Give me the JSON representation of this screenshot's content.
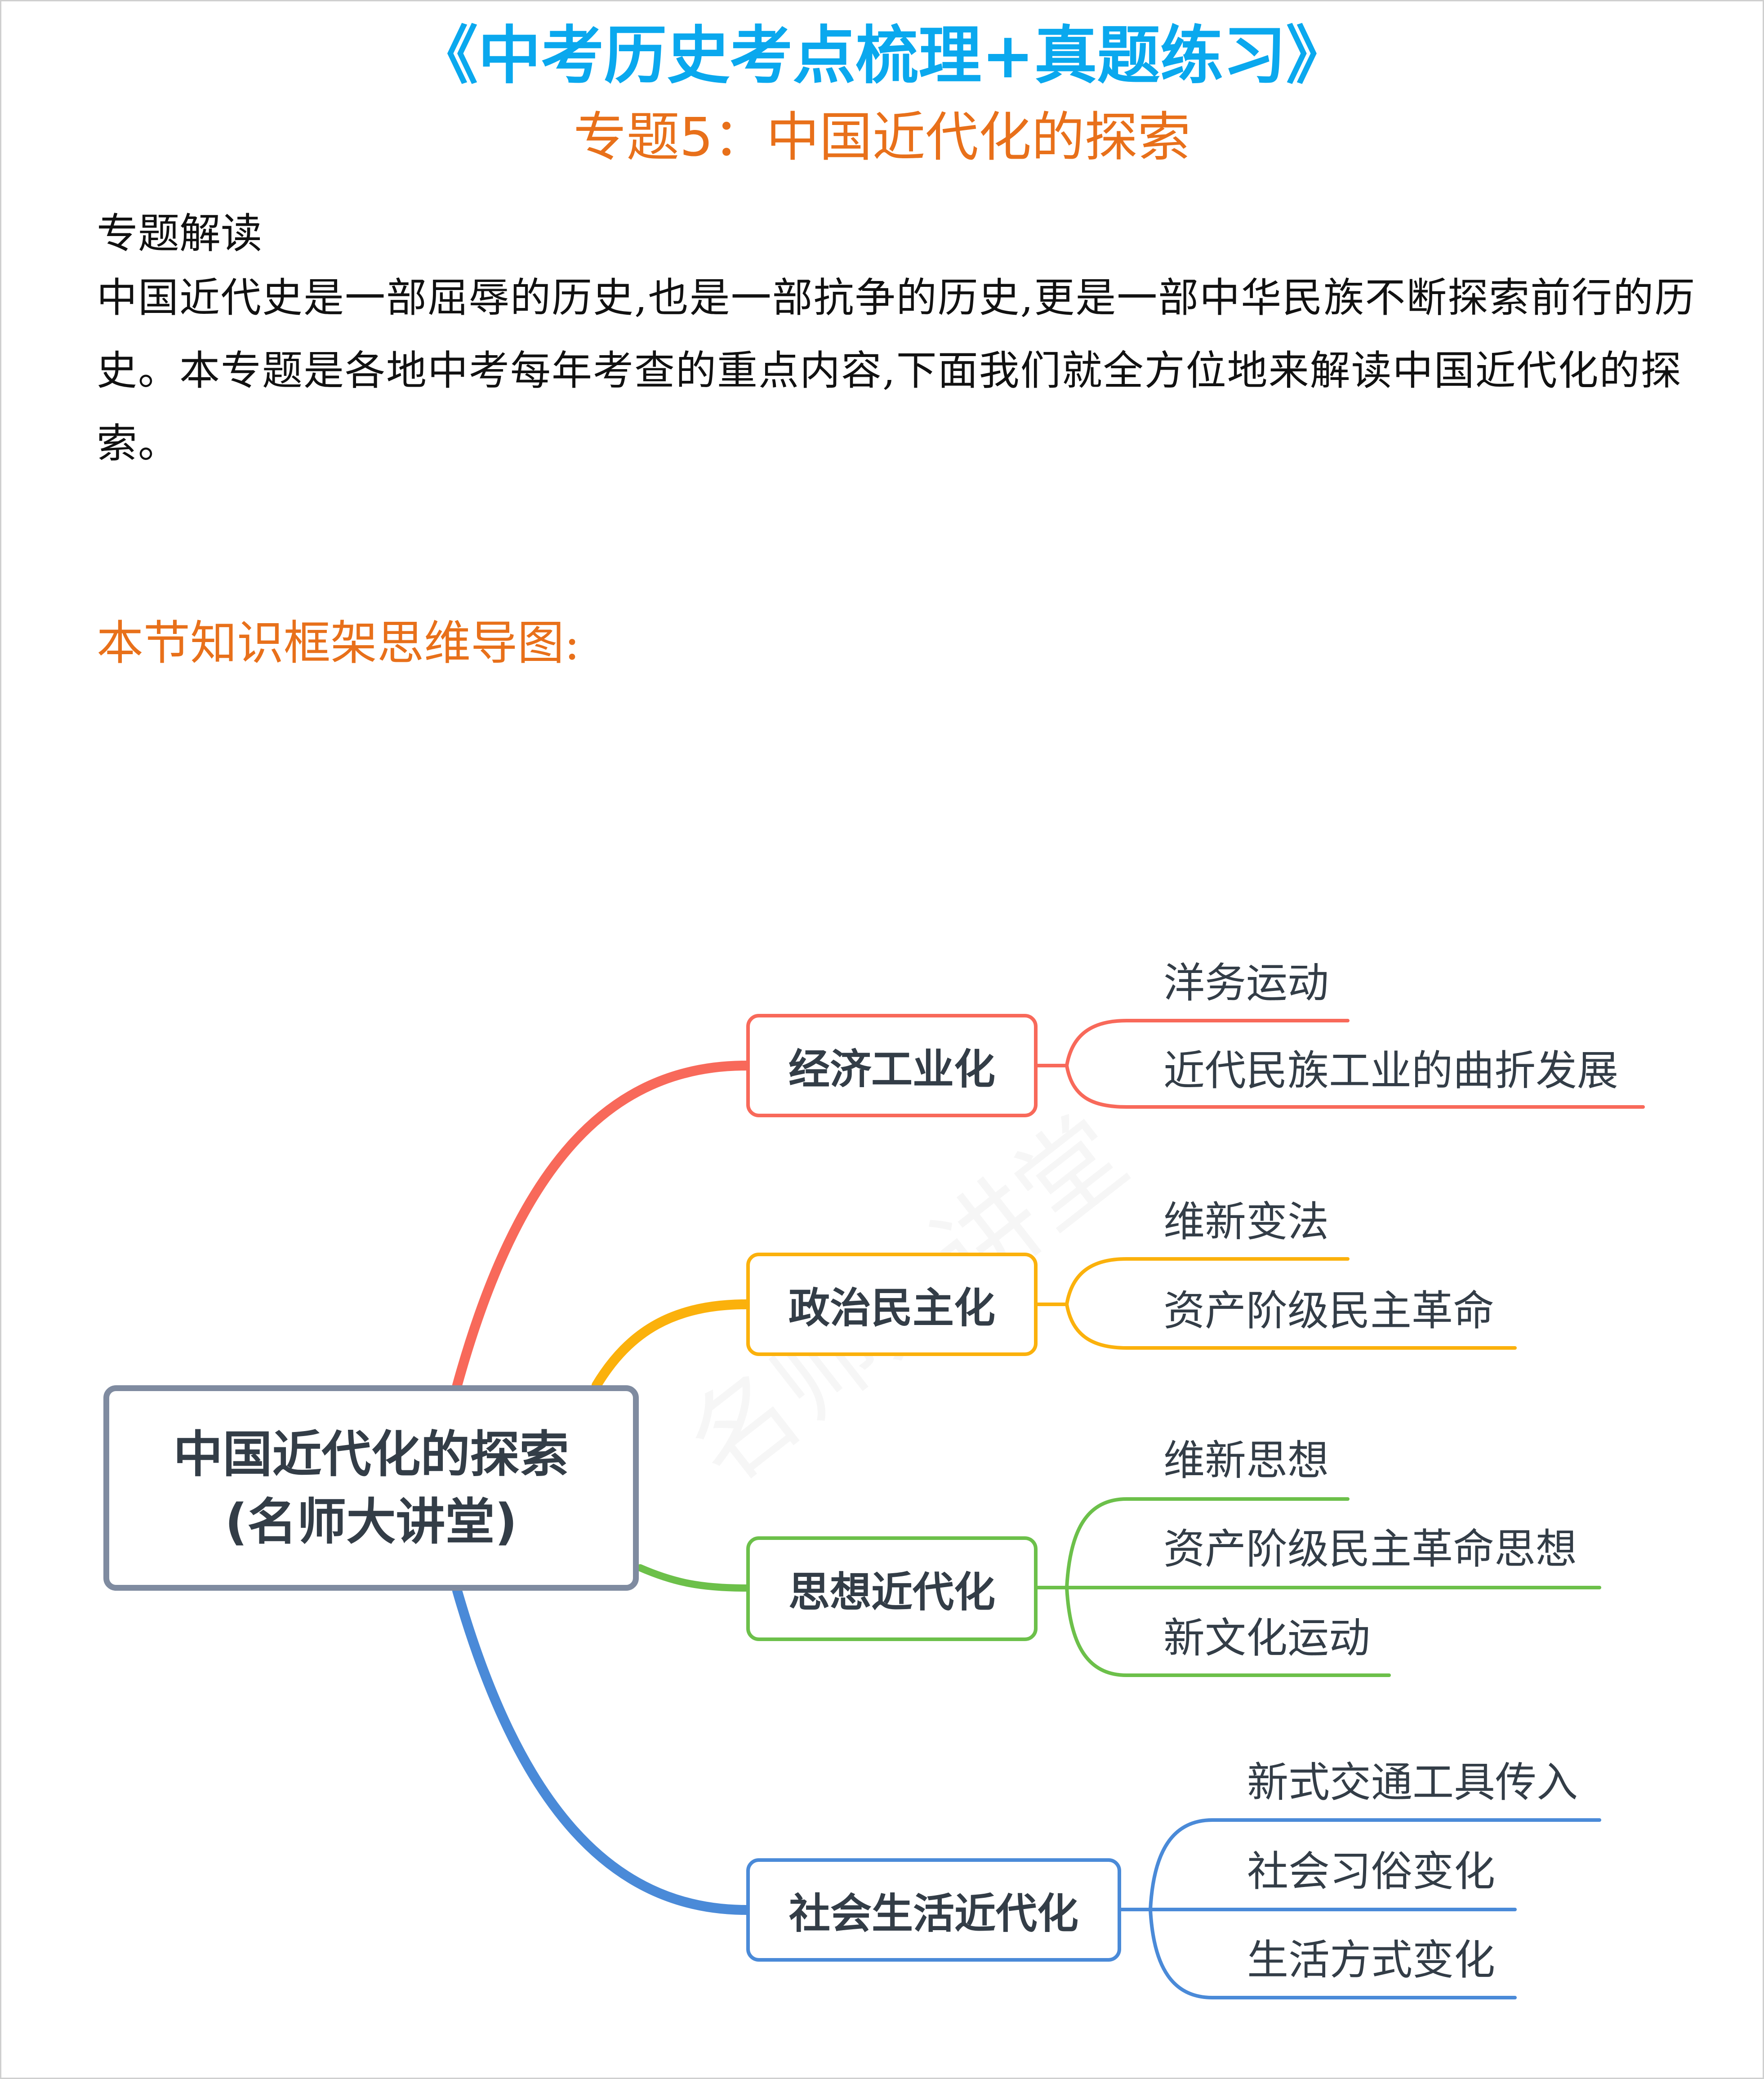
{
  "header": {
    "title": "《中考历史考点梳理+真题练习》",
    "subtitle": "专题5：中国近代化的探索"
  },
  "intro": {
    "heading": "专题解读",
    "paragraph": "中国近代史是一部屈辱的历史,也是一部抗争的历史,更是一部中华民族不断探索前行的历史。本专题是各地中考每年考查的重点内容,下面我们就全方位地来解读中国近代化的探索。"
  },
  "mindmap_heading": "本节知识框架思维导图:",
  "mindmap": {
    "root": {
      "line1": "中国近代化的探索",
      "line2": "(名师大讲堂)"
    },
    "watermark": "名师大讲堂",
    "branches": [
      {
        "label": "经济工业化",
        "color": "#f8695a",
        "leaves": [
          "洋务运动",
          "近代民族工业的曲折发展"
        ]
      },
      {
        "label": "政治民主化",
        "color": "#fbb10c",
        "leaves": [
          "维新变法",
          "资产阶级民主革命"
        ]
      },
      {
        "label": "思想近代化",
        "color": "#6cc04a",
        "leaves": [
          "维新思想",
          "资产阶级民主革命思想",
          "新文化运动"
        ]
      },
      {
        "label": "社会生活近代化",
        "color": "#4a8ad8",
        "leaves": [
          "新式交通工具传入",
          "社会习俗变化",
          "生活方式变化"
        ]
      }
    ]
  },
  "colors": {
    "title": "#0aa8ee",
    "accent": "#e8701a",
    "root_border": "#7f8ba0"
  }
}
